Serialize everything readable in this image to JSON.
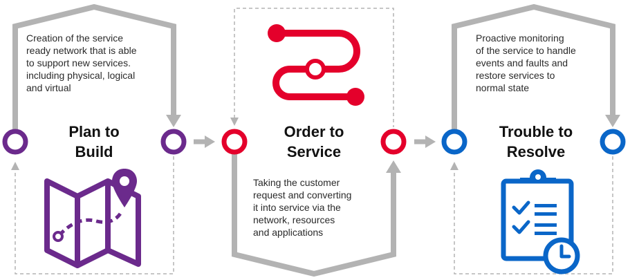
{
  "stages": [
    {
      "title_line1": "Plan to",
      "title_line2": "Build",
      "description": [
        "Creation of the service",
        "ready network that is able",
        "to support new services.",
        "including physical, logical",
        "and virtual"
      ],
      "color": "#6B2A8C",
      "icon": "folded-map-with-pin-icon"
    },
    {
      "title_line1": "Order to",
      "title_line2": "Service",
      "description": [
        "Taking the customer",
        "request and converting",
        "it into service via the",
        "network, resources",
        "and applications"
      ],
      "color": "#E4002B",
      "icon": "winding-path-icon"
    },
    {
      "title_line1": "Trouble to",
      "title_line2": "Resolve",
      "description": [
        "Proactive monitoring",
        "of the service to handle",
        "events and faults and",
        "restore services to",
        "normal state"
      ],
      "color": "#0A66C8",
      "icon": "clipboard-checklist-clock-icon"
    }
  ],
  "connector_color": "#B3B3B3"
}
